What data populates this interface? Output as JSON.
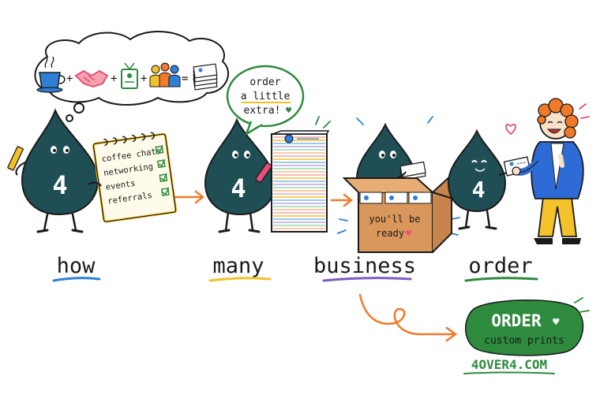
{
  "colors": {
    "drop": "#1f4f55",
    "orange": "#f07a2a",
    "green": "#2e8b3e",
    "blue": "#2f7fd6",
    "yellow": "#f3c22b",
    "purple": "#7c5cc4",
    "box": "#d9975b",
    "pink": "#e8507a"
  },
  "thought_bubble": {
    "icons": [
      "coffee-cup-icon",
      "handshake-icon",
      "name-badge-icon",
      "people-group-icon",
      "card-stack-icon"
    ],
    "operators": [
      "+",
      "+",
      "+",
      "="
    ]
  },
  "notepad": {
    "items": [
      "coffee chats",
      "networking",
      "events",
      "referrals"
    ]
  },
  "speech_bubble": {
    "line1": "order",
    "line2": "a little",
    "line3": "extra!",
    "heart": "♥"
  },
  "box_label": {
    "line1": "you'll be",
    "line2": "ready",
    "heart": "♥"
  },
  "drop_number": "4",
  "steps": [
    {
      "word": "how"
    },
    {
      "word": "many"
    },
    {
      "word": "business"
    },
    {
      "word": "order"
    }
  ],
  "cta": {
    "title": "ORDER",
    "heart": "♥",
    "subtitle": "custom prints",
    "url": "4OVER4.COM"
  }
}
